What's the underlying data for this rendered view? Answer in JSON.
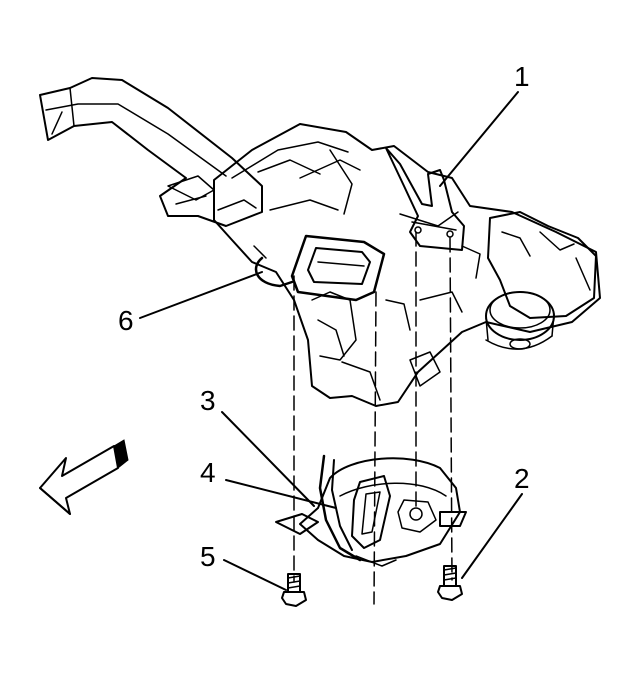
{
  "callouts": {
    "c1": "1",
    "c2": "2",
    "c3": "3",
    "c4": "4",
    "c5": "5",
    "c6": "6"
  },
  "colors": {
    "ink": "#000000",
    "paper": "#ffffff",
    "shade": "#d0d0d0"
  },
  "icons": {
    "direction_arrow": "front-direction-arrow-icon"
  }
}
